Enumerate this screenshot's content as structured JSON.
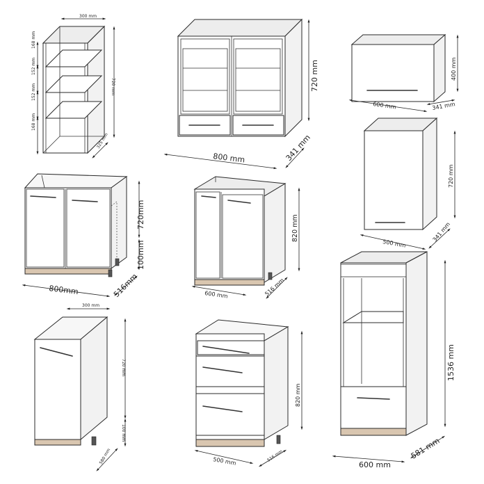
{
  "cabinets": {
    "open_shelf": {
      "width": "300 mm",
      "depth": "325 mm",
      "height": "720 mm",
      "gap1": "168 mm",
      "gap2": "152 mm",
      "gap3": "152 mm",
      "gap4": "168 mm"
    },
    "glass_wall": {
      "width": "800 mm",
      "depth": "341 mm",
      "height": "720 mm"
    },
    "top_wall": {
      "width": "600 mm",
      "depth": "341 mm",
      "height": "400 mm"
    },
    "single_wall": {
      "width": "500 mm",
      "depth": "341 mm",
      "height": "720 mm"
    },
    "sink_base": {
      "width": "800mm",
      "depth": "516mm",
      "height": "720mm",
      "legs": "100mm"
    },
    "double_base": {
      "width": "600 mm",
      "depth": "516 mm",
      "height": "820 mm"
    },
    "narrow_base": {
      "width": "300 mm",
      "depth": "580 mm",
      "height": "720 mm",
      "legs": "100 mm"
    },
    "drawer_base": {
      "width": "500 mm",
      "depth": "516 mm",
      "height": "820 mm"
    },
    "oven_tall": {
      "width": "600 mm",
      "depth": "581 mm",
      "height": "1536 mm"
    }
  }
}
